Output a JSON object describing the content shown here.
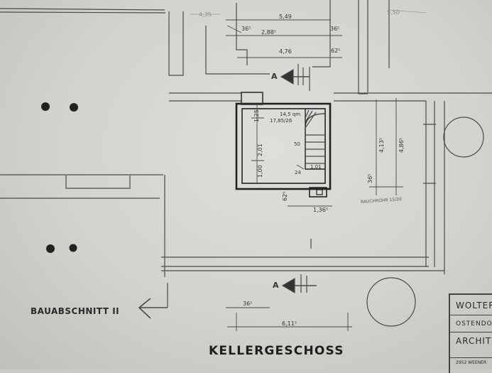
{
  "drawing": {
    "title": "KELLERGESCHOSS",
    "section_label": "BAUABSCHNITT II",
    "section_marker": "A",
    "room_area": "14,5 qm",
    "room_ref": "17,85/26",
    "chimney_note": "RAUCHROHR 15/20",
    "dimensions": {
      "top_outer": "5,49",
      "top_faint_left": "4,35",
      "top_faint_right": "5,50",
      "d36_left": "36⁵",
      "d288": "2,88⁵",
      "d36_right": "36⁵",
      "d476": "4,76",
      "d62_top": "62⁵",
      "d125": "1,25",
      "d201": "2,01",
      "d100": "1,00",
      "d413": "4,13⁵",
      "d486": "4,86⁵",
      "d36_side": "36⁵",
      "d62_bottom": "62⁵",
      "d136": "1,36⁵",
      "stair_50": "50",
      "stair_24": "24",
      "stair_101": "1,01",
      "d36_bottom": "36⁵",
      "d611": "6,11⁵"
    }
  },
  "stamp": {
    "lines": [
      "WOLTER",
      "OSTENDOR",
      "ARCHITE"
    ],
    "small": "2952 WEENER"
  }
}
